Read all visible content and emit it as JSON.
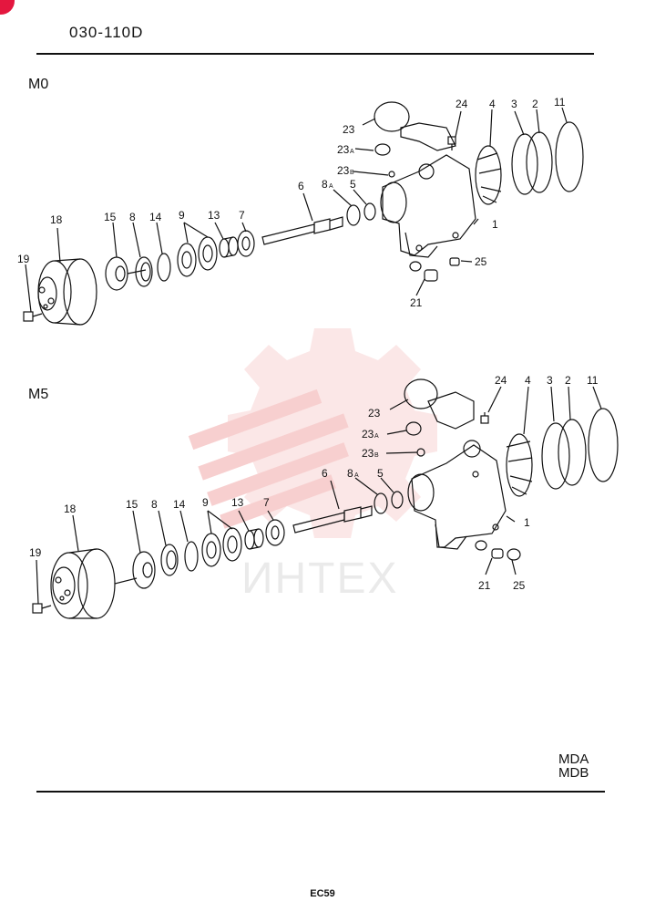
{
  "header": {
    "code": "030-110D"
  },
  "sections": [
    {
      "id": "m0",
      "label": "M0"
    },
    {
      "id": "m5",
      "label": "M5"
    }
  ],
  "watermark": {
    "text": "ИНТЕХ",
    "color": "#f2a8a8"
  },
  "accent_color": "#e4173f",
  "models": [
    "MDA",
    "MDB"
  ],
  "footer": {
    "page": "EC59"
  },
  "callouts": {
    "m0": {
      "c23": "23",
      "c23a": "23",
      "c23b": "23",
      "c24": "24",
      "c4": "4",
      "c3": "3",
      "c2": "2",
      "c11": "11",
      "c6": "6",
      "c8a": "8",
      "c5": "5",
      "c1": "1",
      "c25": "25",
      "c21": "21",
      "c18": "18",
      "c15": "15",
      "c8": "8",
      "c14": "14",
      "c9": "9",
      "c13": "13",
      "c7": "7",
      "c19": "19"
    },
    "m5": {
      "c23": "23",
      "c23a": "23",
      "c23b": "23",
      "c24": "24",
      "c4": "4",
      "c3": "3",
      "c2": "2",
      "c11": "11",
      "c6": "6",
      "c8a": "8",
      "c5": "5",
      "c1": "1",
      "c21": "21",
      "c25": "25",
      "c18": "18",
      "c15": "15",
      "c8": "8",
      "c14": "14",
      "c9": "9",
      "c13": "13",
      "c7": "7",
      "c19": "19"
    }
  }
}
